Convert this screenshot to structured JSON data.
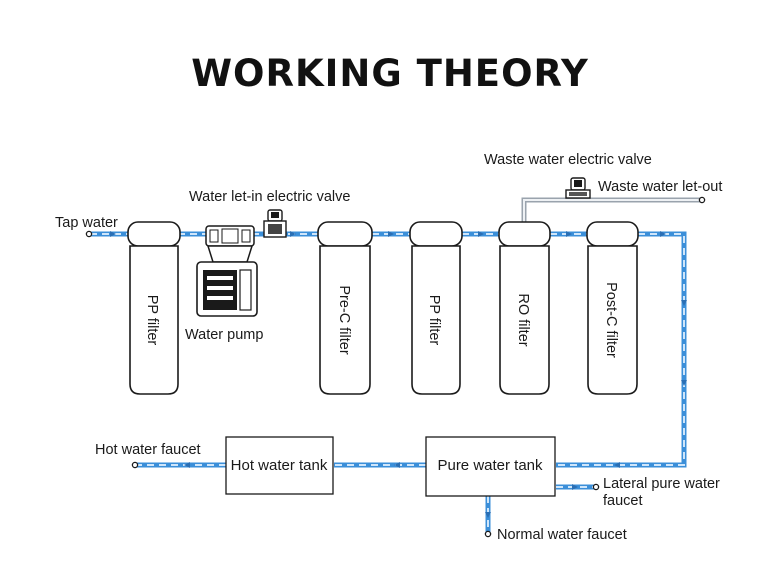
{
  "title": "WORKING THEORY",
  "labels": {
    "tap_water": "Tap water",
    "water_let_in_valve": "Water let-in electric valve",
    "water_pump": "Water pump",
    "waste_water_valve": "Waste water electric valve",
    "waste_water_let_out": "Waste water let-out",
    "hot_water_faucet": "Hot water faucet",
    "lateral_pure_water_faucet_line1": "Lateral pure water",
    "lateral_pure_water_faucet_line2": "faucet",
    "normal_water_faucet": "Normal water faucet"
  },
  "filters": [
    {
      "label": "PP filter"
    },
    {
      "label": "Pre-C filter"
    },
    {
      "label": "PP filter"
    },
    {
      "label": "RO filter"
    },
    {
      "label": "Post-C filter"
    }
  ],
  "tanks": {
    "hot": "Hot water tank",
    "pure": "Pure water tank"
  },
  "colors": {
    "pipe": "#3b8fd9",
    "pipe_highlight": "#cfe6fb",
    "waste_pipe": "#9aa3ad",
    "outline": "#1a1a1a"
  }
}
